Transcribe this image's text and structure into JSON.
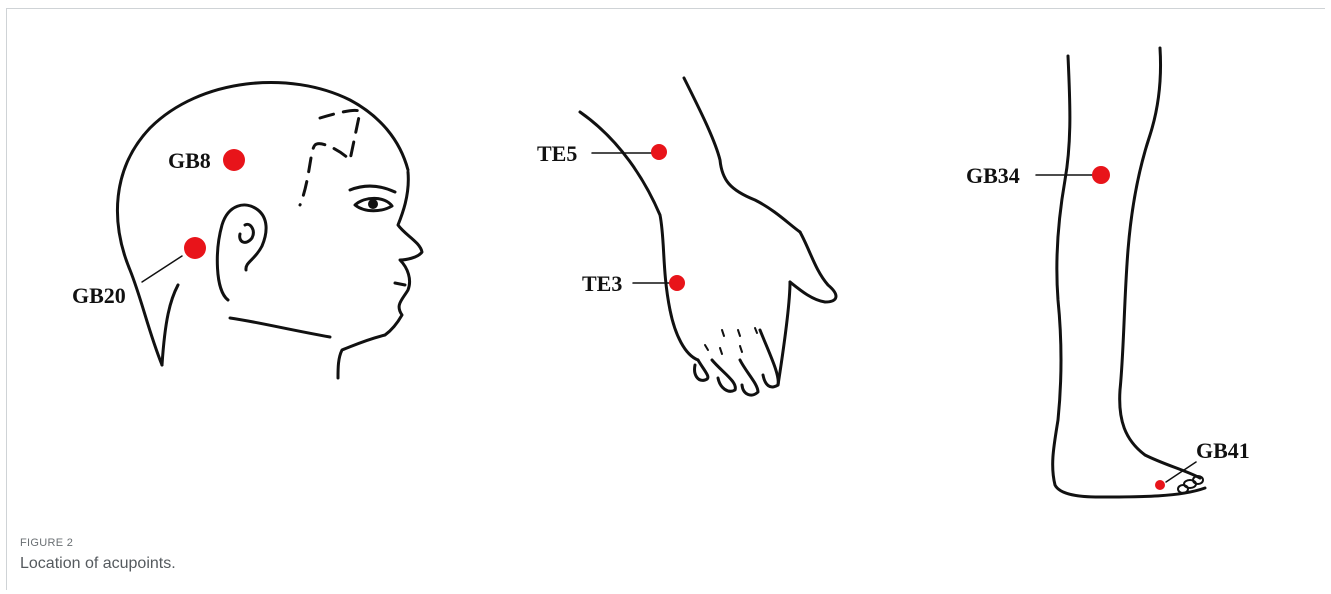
{
  "figure": {
    "label": "FIGURE 2",
    "caption": "Location of acupoints."
  },
  "acupoints": {
    "gb8": "GB8",
    "gb20": "GB20",
    "te5": "TE5",
    "te3": "TE3",
    "gb34": "GB34",
    "gb41": "GB41"
  },
  "colors": {
    "point": "#e8141a",
    "line": "#111111"
  }
}
